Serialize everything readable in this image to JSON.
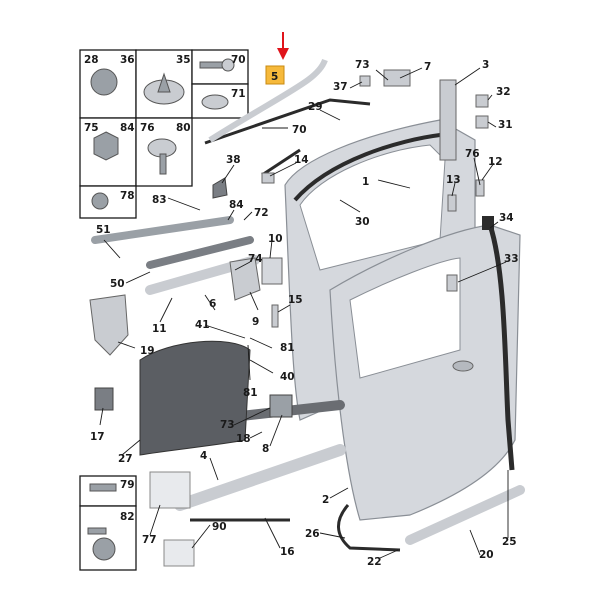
{
  "colors": {
    "door": "#d5d8dd",
    "door_edge": "#8a8f96",
    "seal": "#2b2b2b",
    "part": "#c9ccd1",
    "panel_dark": "#5b5e63",
    "highlight": "#f6b93b",
    "arrow": "#e0141b"
  },
  "highlight_label": "5",
  "grid": {
    "cells": [
      "28",
      "36",
      "35",
      "70",
      "71",
      "75",
      "84",
      "76",
      "80",
      "78",
      "79",
      "82"
    ]
  },
  "labels": [
    "73",
    "7",
    "3",
    "37",
    "29",
    "32",
    "70",
    "31",
    "38",
    "14",
    "1",
    "76",
    "12",
    "13",
    "30",
    "83",
    "84",
    "72",
    "34",
    "51",
    "10",
    "74",
    "33",
    "50",
    "6",
    "15",
    "9",
    "11",
    "41",
    "81",
    "19",
    "40",
    "81",
    "17",
    "73",
    "18",
    "8",
    "27",
    "4",
    "2",
    "77",
    "90",
    "26",
    "22",
    "16",
    "25",
    "20"
  ]
}
